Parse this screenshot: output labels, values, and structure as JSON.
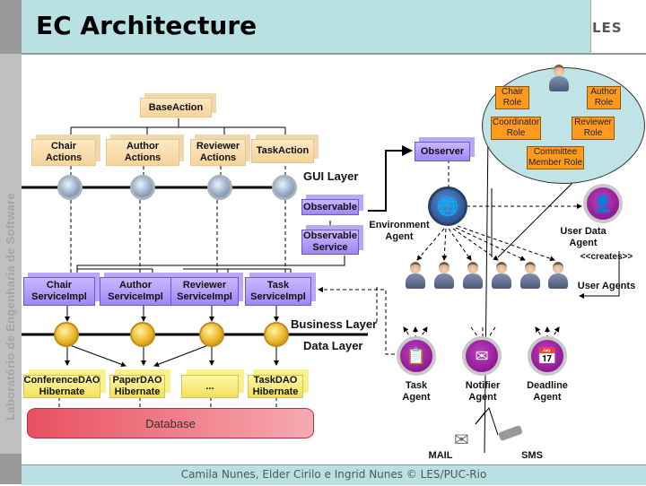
{
  "header": {
    "title": "EC Architecture",
    "logo": "LES"
  },
  "sidebar": {
    "vertical_text": "Laboratório de Engenharia de Software"
  },
  "footer": {
    "text": "Camila Nunes, Elder Cirilo e Ingrid Nunes © LES/PUC-Rio"
  },
  "gui": {
    "base_action": "BaseAction",
    "actions": [
      "Chair\nActions",
      "Author\nActions",
      "Reviewer\nActions",
      "TaskAction"
    ],
    "layer_label": "GUI Layer",
    "observer": "Observer",
    "observable": "Observable",
    "observable_service": "Observable\nService"
  },
  "business": {
    "services": [
      "Chair\nServiceImpl",
      "Author\nServiceImpl",
      "Reviewer\nServiceImpl",
      "Task\nServiceImpl"
    ],
    "layer_label": "Business Layer"
  },
  "data": {
    "layer_label": "Data Layer",
    "daos": [
      "ConferenceDAO\nHibernate",
      "PaperDAO\nHibernate",
      "...",
      "TaskDAO\nHibernate"
    ],
    "database": "Database"
  },
  "roles": {
    "chair": "Chair\nRole",
    "author": "Author\nRole",
    "coordinator": "Coordinator\nRole",
    "reviewer": "Reviewer\nRole",
    "committee": "Committee\nMember Role"
  },
  "agents": {
    "environment": "Environment\nAgent",
    "user_data": "User Data\nAgent",
    "creates": "<<creates>>",
    "user_agents": "User Agents",
    "task": "Task\nAgent",
    "notifier": "Notifier\nAgent",
    "deadline": "Deadline\nAgent",
    "mail": "MAIL",
    "sms": "SMS"
  },
  "colors": {
    "header_bg": "#b9e0e3",
    "gui_box": "#f6d39b",
    "service_box": "#9f86f2",
    "dao_box": "#f1e05a",
    "role_box": "#ff9a1e",
    "agent_purple": "#7a0a80",
    "database": "#e85060"
  }
}
